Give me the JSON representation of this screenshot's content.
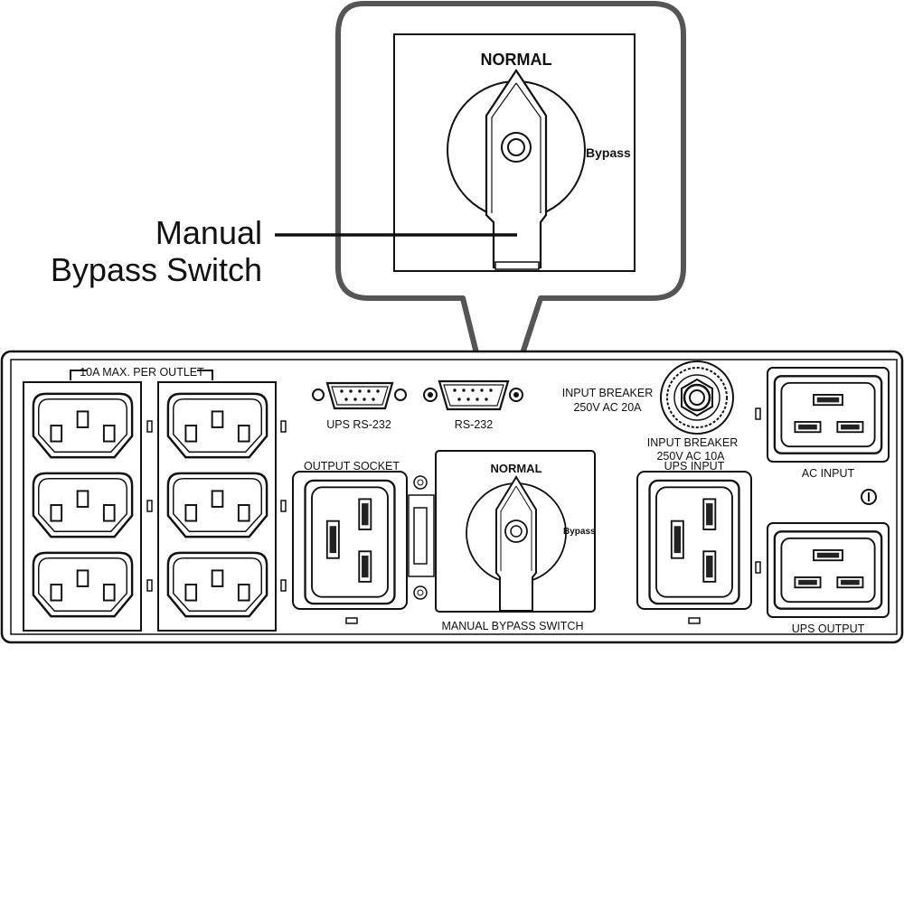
{
  "callout": {
    "title_line1": "Manual",
    "title_line2": "Bypass Switch",
    "knob_normal": "NORMAL",
    "knob_bypass": "Bypass"
  },
  "panel": {
    "outlet_group_label": "10A MAX. PER OUTLET",
    "rs232_left": "UPS RS-232",
    "rs232_right": "RS-232",
    "breaker_upper_line1": "INPUT BREAKER",
    "breaker_upper_line2": "250V AC 20A",
    "breaker_lower_line1": "INPUT BREAKER",
    "breaker_lower_line2": "250V AC 10A",
    "output_socket": "OUTPUT SOCKET",
    "switch_normal": "NORMAL",
    "switch_bypass": "Bypass",
    "switch_label": "MANUAL BYPASS SWITCH",
    "ups_input": "UPS INPUT",
    "ac_input": "AC INPUT",
    "ups_output": "UPS OUTPUT"
  }
}
